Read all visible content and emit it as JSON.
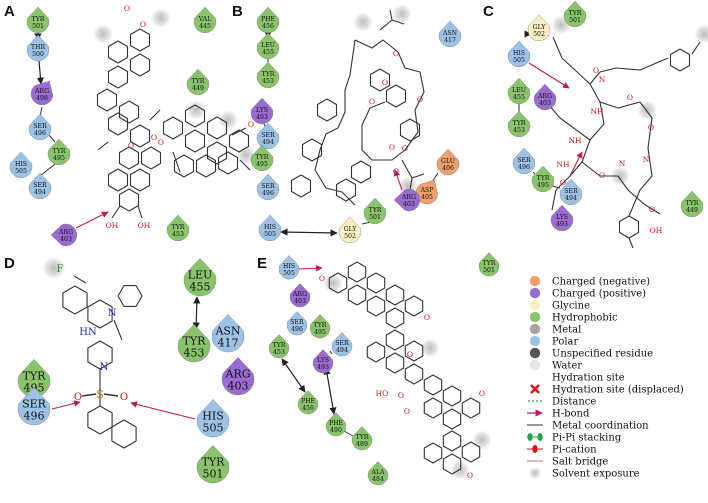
{
  "panels": [
    {
      "label": "A",
      "residues": [
        {
          "name": "TYR",
          "num": "501",
          "type": "hydrophobic"
        },
        {
          "name": "THR",
          "num": "500",
          "type": "polar"
        },
        {
          "name": "ARG",
          "num": "498",
          "type": "charged_pos"
        },
        {
          "name": "SER",
          "num": "496",
          "type": "polar"
        },
        {
          "name": "TYR",
          "num": "495",
          "type": "hydrophobic"
        },
        {
          "name": "HIS",
          "num": "505",
          "type": "polar"
        },
        {
          "name": "SER",
          "num": "494",
          "type": "polar"
        },
        {
          "name": "ARG",
          "num": "403",
          "type": "charged_pos"
        },
        {
          "name": "VAL",
          "num": "445",
          "type": "hydrophobic"
        },
        {
          "name": "TYR",
          "num": "449",
          "type": "hydrophobic"
        },
        {
          "name": "TYR",
          "num": "453",
          "type": "hydrophobic"
        }
      ],
      "atoms": [
        "O",
        "O",
        "O",
        "O",
        "O",
        "OH",
        "OH",
        "O"
      ]
    },
    {
      "label": "B",
      "residues": [
        {
          "name": "PHE",
          "num": "456",
          "type": "hydrophobic"
        },
        {
          "name": "LEU",
          "num": "455",
          "type": "hydrophobic"
        },
        {
          "name": "TYR",
          "num": "453",
          "type": "hydrophobic"
        },
        {
          "name": "ASN",
          "num": "417",
          "type": "polar"
        },
        {
          "name": "LYS",
          "num": "493",
          "type": "charged_pos"
        },
        {
          "name": "SER",
          "num": "494",
          "type": "polar"
        },
        {
          "name": "TYR",
          "num": "495",
          "type": "hydrophobic"
        },
        {
          "name": "SER",
          "num": "496",
          "type": "polar"
        },
        {
          "name": "GLU",
          "num": "406",
          "type": "charged_neg"
        },
        {
          "name": "ASP",
          "num": "405",
          "type": "charged_neg"
        },
        {
          "name": "ARG",
          "num": "403",
          "type": "charged_pos"
        },
        {
          "name": "HIS",
          "num": "505",
          "type": "polar"
        },
        {
          "name": "TYR",
          "num": "501",
          "type": "hydrophobic"
        },
        {
          "name": "GLY",
          "num": "502",
          "type": "glycine"
        }
      ],
      "atoms": [
        "O",
        "O",
        "O",
        "O",
        "O",
        "O",
        "O"
      ]
    },
    {
      "label": "C",
      "residues": [
        {
          "name": "GLY",
          "num": "502",
          "type": "glycine"
        },
        {
          "name": "TYR",
          "num": "501",
          "type": "hydrophobic"
        },
        {
          "name": "HIS",
          "num": "505",
          "type": "polar"
        },
        {
          "name": "LEU",
          "num": "455",
          "type": "hydrophobic"
        },
        {
          "name": "ARG",
          "num": "403",
          "type": "charged_pos"
        },
        {
          "name": "TYR",
          "num": "453",
          "type": "hydrophobic"
        },
        {
          "name": "SER",
          "num": "496",
          "type": "polar"
        },
        {
          "name": "TYR",
          "num": "495",
          "type": "hydrophobic"
        },
        {
          "name": "SER",
          "num": "494",
          "type": "polar"
        },
        {
          "name": "LYS",
          "num": "493",
          "type": "charged_pos"
        },
        {
          "name": "TYR",
          "num": "449",
          "type": "hydrophobic"
        }
      ],
      "atoms": [
        "O",
        "O",
        "O",
        "O",
        "O",
        "NH",
        "NH",
        "NH",
        "N",
        "N",
        "N",
        "O",
        "OH"
      ]
    },
    {
      "label": "D",
      "residues": [
        {
          "name": "LEU",
          "num": "455",
          "type": "hydrophobic"
        },
        {
          "name": "TYR",
          "num": "453",
          "type": "hydrophobic"
        },
        {
          "name": "ASN",
          "num": "417",
          "type": "polar"
        },
        {
          "name": "ARG",
          "num": "403",
          "type": "charged_pos"
        },
        {
          "name": "TYR",
          "num": "495",
          "type": "hydrophobic"
        },
        {
          "name": "SER",
          "num": "496",
          "type": "polar"
        },
        {
          "name": "HIS",
          "num": "505",
          "type": "polar"
        },
        {
          "name": "TYR",
          "num": "501",
          "type": "hydrophobic"
        }
      ],
      "atoms": [
        "F",
        "HN",
        "N",
        "N",
        "S",
        "O",
        "O"
      ]
    },
    {
      "label": "E",
      "residues": [
        {
          "name": "HIS",
          "num": "505",
          "type": "polar"
        },
        {
          "name": "TYR",
          "num": "501",
          "type": "hydrophobic"
        },
        {
          "name": "ARG",
          "num": "403",
          "type": "charged_pos"
        },
        {
          "name": "SER",
          "num": "496",
          "type": "polar"
        },
        {
          "name": "TYR",
          "num": "495",
          "type": "hydrophobic"
        },
        {
          "name": "TYR",
          "num": "453",
          "type": "hydrophobic"
        },
        {
          "name": "SER",
          "num": "494",
          "type": "polar"
        },
        {
          "name": "LYS",
          "num": "493",
          "type": "charged_pos"
        },
        {
          "name": "PHE",
          "num": "456",
          "type": "hydrophobic"
        },
        {
          "name": "PHE",
          "num": "490",
          "type": "hydrophobic"
        },
        {
          "name": "TYR",
          "num": "489",
          "type": "hydrophobic"
        },
        {
          "name": "ALA",
          "num": "484",
          "type": "hydrophobic"
        }
      ],
      "atoms": [
        "O",
        "O",
        "O",
        "O",
        "HO",
        "O",
        "O",
        "O"
      ]
    }
  ],
  "legend": {
    "items": [
      {
        "kind": "circle",
        "color": "#f0a06a",
        "text": "Charged (negative)"
      },
      {
        "kind": "circle",
        "color": "#9a6bd0",
        "text": "Charged (positive)"
      },
      {
        "kind": "circle",
        "color": "#fbeec2",
        "text": "Glycine"
      },
      {
        "kind": "circle",
        "color": "#8ac46a",
        "text": "Hydrophobic"
      },
      {
        "kind": "circle",
        "color": "#a5a5a5",
        "text": "Metal"
      },
      {
        "kind": "circle",
        "color": "#9cc2e8",
        "text": "Polar"
      },
      {
        "kind": "circle",
        "color": "#555555",
        "text": "Unspecified residue"
      },
      {
        "kind": "circle",
        "color": "#e6e6e6",
        "text": "Water"
      },
      {
        "kind": "text",
        "text": "Hydration site"
      },
      {
        "kind": "cross",
        "color": "#dd1111",
        "text": "Hydration site (displaced)"
      },
      {
        "kind": "dashed",
        "color": "#2a9a3a",
        "text": "Distance"
      },
      {
        "kind": "arrow",
        "color": "#c0185a",
        "text": "H-bond"
      },
      {
        "kind": "line",
        "color": "#333333",
        "text": "Metal coordination"
      },
      {
        "kind": "pipi",
        "color": "#22aa44",
        "text": "Pi-Pi stacking"
      },
      {
        "kind": "pication",
        "color": "#dd1111",
        "text": "Pi-cation"
      },
      {
        "kind": "saltbridge",
        "color": "#c07080",
        "text": "Salt bridge"
      },
      {
        "kind": "halo",
        "color": "#cccccc",
        "text": "Solvent exposure"
      }
    ]
  },
  "colors": {
    "charged_neg": "#f0a06a",
    "charged_pos": "#9a6bd0",
    "glycine": "#fbeec2",
    "hydrophobic": "#8ac46a",
    "polar": "#9cc2e8",
    "hbond": "#c0185a",
    "bond": "#333333"
  }
}
